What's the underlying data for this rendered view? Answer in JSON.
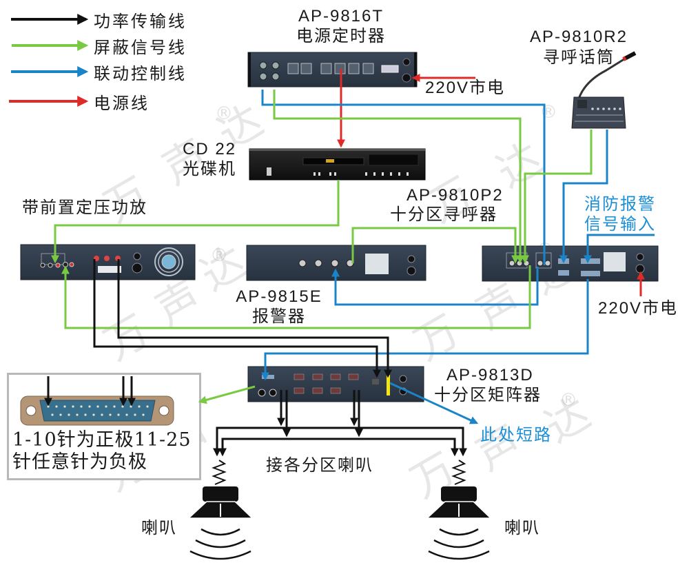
{
  "legend": [
    {
      "label": "功率传输线",
      "color": "#111111",
      "meaning": "power transmission line"
    },
    {
      "label": "屏蔽信号线",
      "color": "#7ac943",
      "meaning": "shielded signal line"
    },
    {
      "label": "联动控制线",
      "color": "#1a84c8",
      "meaning": "linkage control line"
    },
    {
      "label": "电源线",
      "color": "#e02a27",
      "meaning": "power cord"
    }
  ],
  "devices": {
    "timer": {
      "model": "AP-9816T",
      "name": "电源定时器"
    },
    "mic": {
      "model": "AP-9810R2",
      "name": "寻呼话筒"
    },
    "cd": {
      "model": "CD 22",
      "name": "光碟机"
    },
    "amp": {
      "name": "带前置定压功放"
    },
    "paging": {
      "model": "AP-9810P2",
      "name": "十分区寻呼器"
    },
    "alarm": {
      "model": "AP-9815E",
      "name": "报警器"
    },
    "matrix": {
      "model": "AP-9813D",
      "name": "十分区矩阵器"
    }
  },
  "annotations": {
    "mains_timer": "220V市电",
    "mains_paging": "220V市电",
    "fire_alarm_line1": "消防报警",
    "fire_alarm_line2": "信号输入",
    "short_here": "此处短路",
    "zone_speakers": "接各分区喇叭",
    "speaker_left": "喇叭",
    "speaker_right": "喇叭",
    "db25_line1": "1-10针为正极11-25",
    "db25_line2": "针任意针为负极"
  },
  "watermark": {
    "text_chars": [
      "万",
      "声",
      "达"
    ],
    "registered": "®"
  },
  "colors": {
    "power": "#111111",
    "signal": "#7ac943",
    "control": "#1a84c8",
    "mains": "#e02a27",
    "panel": "#2e3a4a",
    "highlight": "#f5e612"
  }
}
